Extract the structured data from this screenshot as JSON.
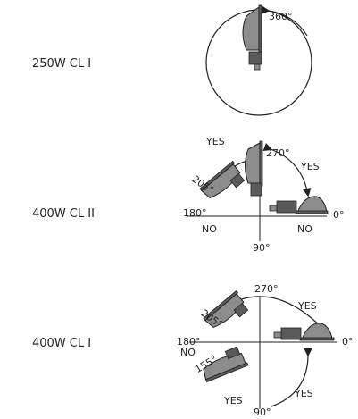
{
  "rows": [
    {
      "label": "250W CL I",
      "angle": "360°"
    },
    {
      "label": "400W CL II",
      "angle_top": "270°",
      "angle_left": "180°",
      "angle_right": "0°",
      "angle_bottom": "90°",
      "tilt": "205°",
      "yes_left": "YES",
      "yes_right": "YES",
      "no_left": "NO",
      "no_right": "NO"
    },
    {
      "label": "400W CL I",
      "angle_top": "270°",
      "angle_left": "180°",
      "angle_right": "0°",
      "angle_bottom": "90°",
      "tilt_upper": "205°",
      "tilt_lower": "155°",
      "no_left": "NO",
      "yes_top": "YES",
      "yes_bottom_left": "YES",
      "yes_bottom_right": "YES"
    }
  ],
  "colors": {
    "ink": "#231f20",
    "fixture_gray": "#8c8c8c",
    "fixture_dark": "#5a5a5a"
  }
}
